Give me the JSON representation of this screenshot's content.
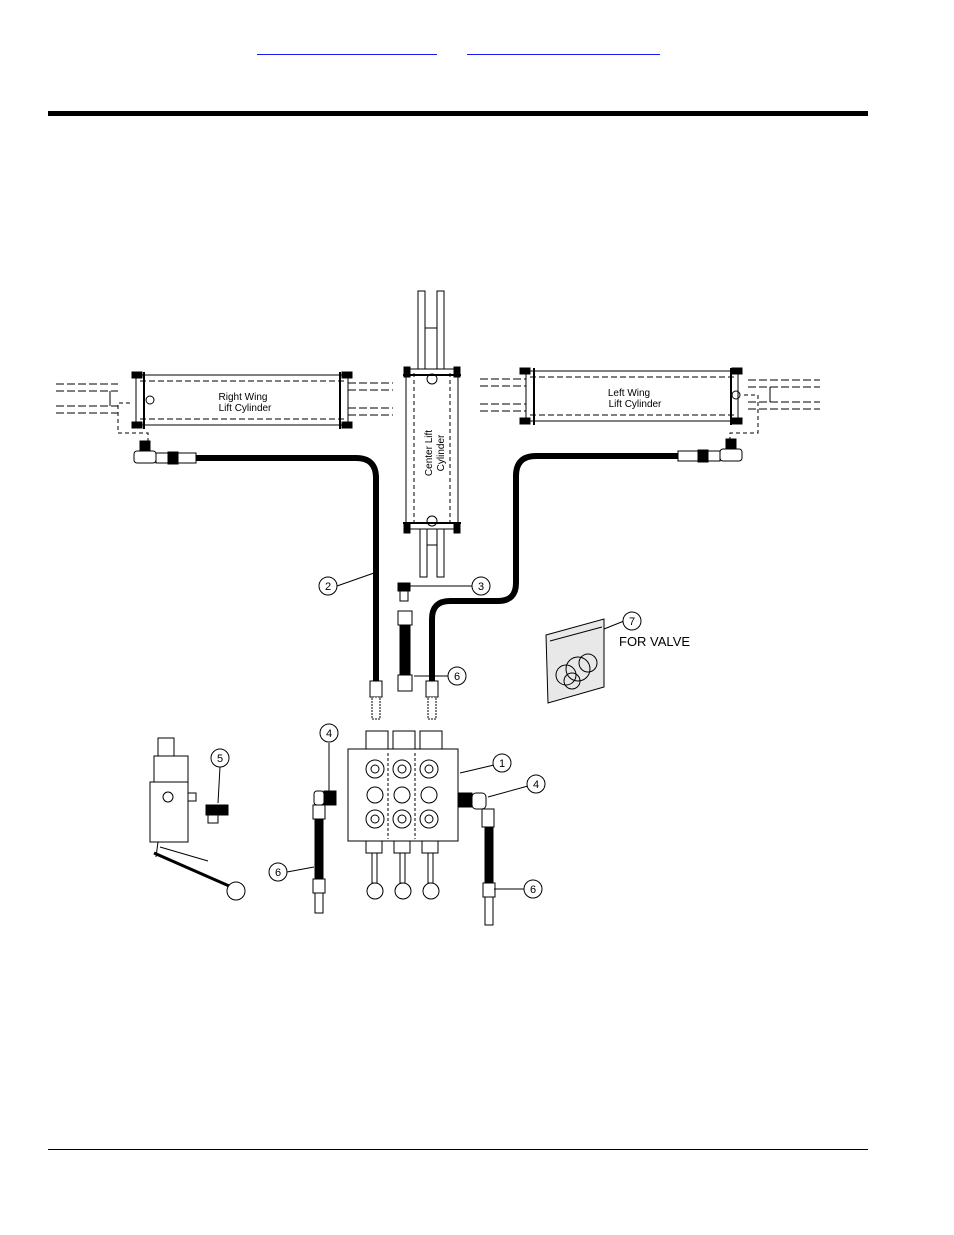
{
  "header": {
    "links": [
      "",
      ""
    ]
  },
  "diagram": {
    "labels": {
      "right_wing_line1": "Right Wing",
      "right_wing_line2": "Lift Cylinder",
      "left_wing_line1": "Left Wing",
      "left_wing_line2": "Lift Cylinder",
      "center_line1": "Center Lift",
      "center_line2": "Cylinder",
      "kit_label": "FOR VALVE"
    },
    "callouts": [
      "1",
      "2",
      "3",
      "4",
      "4",
      "5",
      "6",
      "6",
      "6",
      "7"
    ]
  }
}
